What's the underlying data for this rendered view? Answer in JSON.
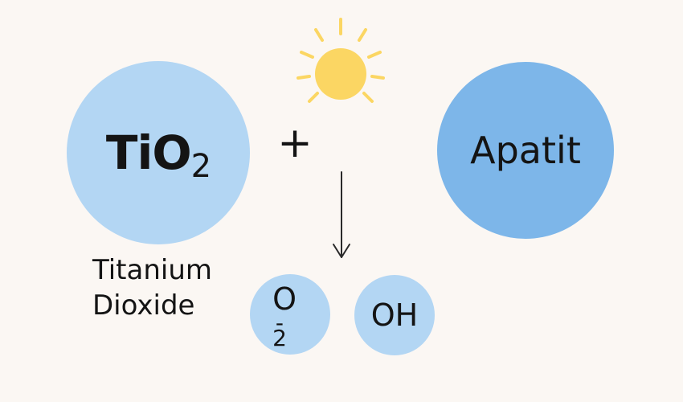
{
  "diagram": {
    "reactant_left": {
      "symbol": "TiO",
      "subscript": "2",
      "name_line1": "Titanium",
      "name_line2": "Dioxide",
      "fill": "#b3d6f3"
    },
    "operator": "+",
    "reactant_right": {
      "label": "Apatit",
      "fill": "#7db6e9"
    },
    "products": [
      {
        "symbol": "O",
        "subscript": "2",
        "superscript": "-",
        "fill": "#b3d6f3"
      },
      {
        "symbol": "OH",
        "fill": "#b3d6f3"
      }
    ],
    "sun_color": "#fbd663",
    "sun_icon": "sun-icon",
    "arrow_icon": "arrow-down-icon"
  }
}
